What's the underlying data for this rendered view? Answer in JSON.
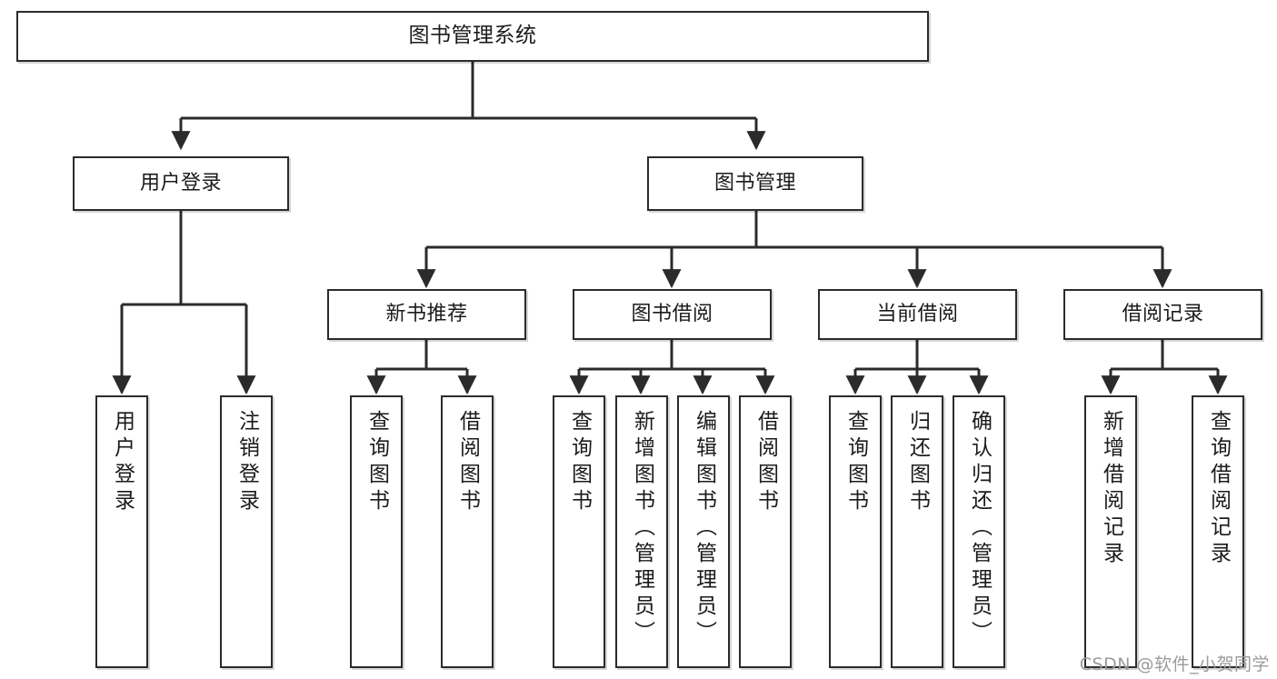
{
  "diagram": {
    "title": "图书管理系统",
    "type": "tree-hierarchy-chart",
    "root": {
      "label": "图书管理系统"
    },
    "level2": [
      {
        "label": "用户登录"
      },
      {
        "label": "图书管理"
      }
    ],
    "level3": [
      {
        "label": "新书推荐"
      },
      {
        "label": "图书借阅"
      },
      {
        "label": "当前借阅"
      },
      {
        "label": "借阅记录"
      }
    ],
    "leaves": {
      "user_login": [
        {
          "label": "用户登录"
        },
        {
          "label": "注销登录"
        }
      ],
      "new_book_recommend": [
        {
          "label": "查询图书"
        },
        {
          "label": "借阅图书"
        }
      ],
      "book_borrow": [
        {
          "label": "查询图书"
        },
        {
          "label": "新增图书（管理员）"
        },
        {
          "label": "编辑图书（管理员）"
        },
        {
          "label": "借阅图书"
        }
      ],
      "current_borrow": [
        {
          "label": "查询图书"
        },
        {
          "label": "归还图书"
        },
        {
          "label": "确认归还（管理员）"
        }
      ],
      "borrow_record": [
        {
          "label": "新增借阅记录"
        },
        {
          "label": "查询借阅记录"
        }
      ]
    }
  },
  "watermark": {
    "text": "CSDN @软件_小贺同学"
  },
  "colors": {
    "border": "#2b2b2b",
    "text": "#1b1b1b",
    "background": "#ffffff",
    "watermark": "#9b9b9b"
  }
}
